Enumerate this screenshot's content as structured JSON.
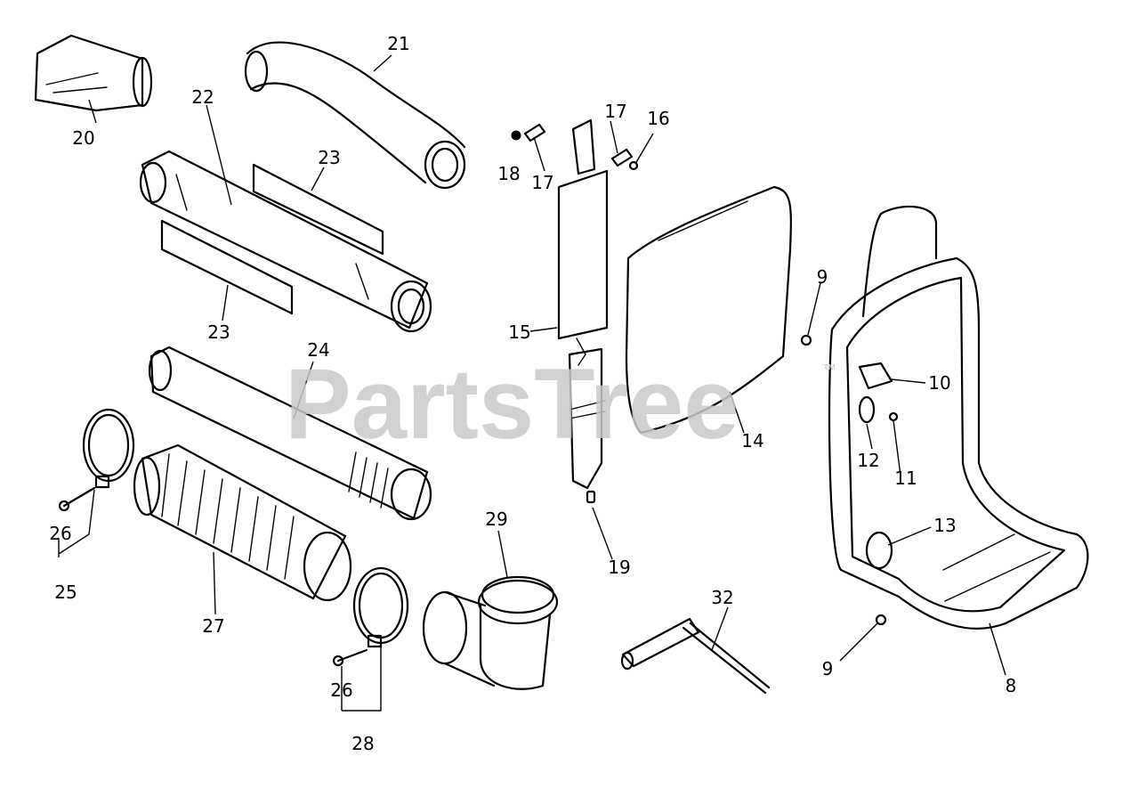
{
  "watermark": {
    "text": "PartsTree",
    "trademark": "™"
  },
  "callouts": [
    "8",
    "9",
    "9",
    "10",
    "11",
    "12",
    "13",
    "14",
    "15",
    "16",
    "17",
    "17",
    "18",
    "19",
    "20",
    "21",
    "22",
    "23",
    "23",
    "24",
    "25",
    "26",
    "26",
    "27",
    "28",
    "29",
    "32"
  ],
  "colors": {
    "line": "#000000",
    "background": "#ffffff",
    "watermark": "#c9c9c9"
  }
}
